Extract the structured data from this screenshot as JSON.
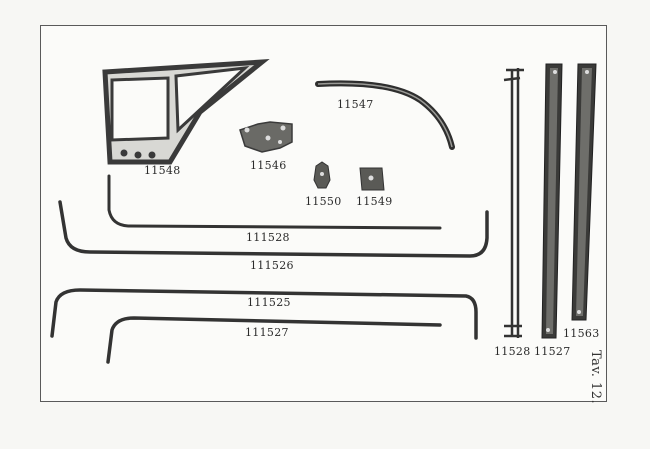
{
  "plate": {
    "title": "Tav. 12.",
    "parts": {
      "p11548": "11548",
      "p11546": "11546",
      "p11547": "11547",
      "p11550": "11550",
      "p11549": "11549",
      "p111528": "111528",
      "p111526": "111526",
      "p111525": "111525",
      "p111527": "111527",
      "p11528": "11528",
      "p11527": "11527",
      "p11563": "11563"
    }
  },
  "colors": {
    "ink": "#2b2b2b",
    "metal": "#3a3a3a",
    "paper": "#fbfbf9"
  }
}
